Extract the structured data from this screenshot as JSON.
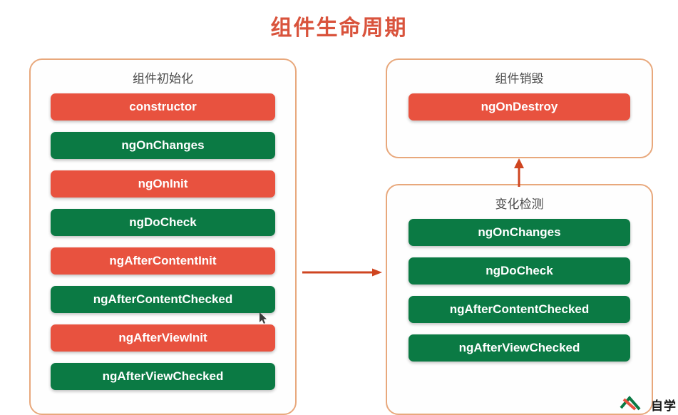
{
  "title": "组件生命周期",
  "colors": {
    "title": "#d9533c",
    "orange_chip": "#e8523f",
    "green_chip": "#0b7a44",
    "panel_border": "#e8a87c",
    "arrow": "#cf4520"
  },
  "panels": {
    "init": {
      "title": "组件初始化",
      "items": [
        {
          "label": "constructor",
          "color": "orange"
        },
        {
          "label": "ngOnChanges",
          "color": "green"
        },
        {
          "label": "ngOnInit",
          "color": "orange"
        },
        {
          "label": "ngDoCheck",
          "color": "green"
        },
        {
          "label": "ngAfterContentInit",
          "color": "orange"
        },
        {
          "label": "ngAfterContentChecked",
          "color": "green"
        },
        {
          "label": "ngAfterViewInit",
          "color": "orange"
        },
        {
          "label": "ngAfterViewChecked",
          "color": "green"
        }
      ]
    },
    "destroy": {
      "title": "组件销毁",
      "items": [
        {
          "label": "ngOnDestroy",
          "color": "orange"
        }
      ]
    },
    "detect": {
      "title": "变化检测",
      "items": [
        {
          "label": "ngOnChanges",
          "color": "green"
        },
        {
          "label": "ngDoCheck",
          "color": "green"
        },
        {
          "label": "ngAfterContentChecked",
          "color": "green"
        },
        {
          "label": "ngAfterViewChecked",
          "color": "green"
        }
      ]
    }
  },
  "arrows": [
    {
      "name": "init-to-detect",
      "direction": "right"
    },
    {
      "name": "detect-to-destroy",
      "direction": "up"
    }
  ],
  "watermark": {
    "text": "自学"
  }
}
